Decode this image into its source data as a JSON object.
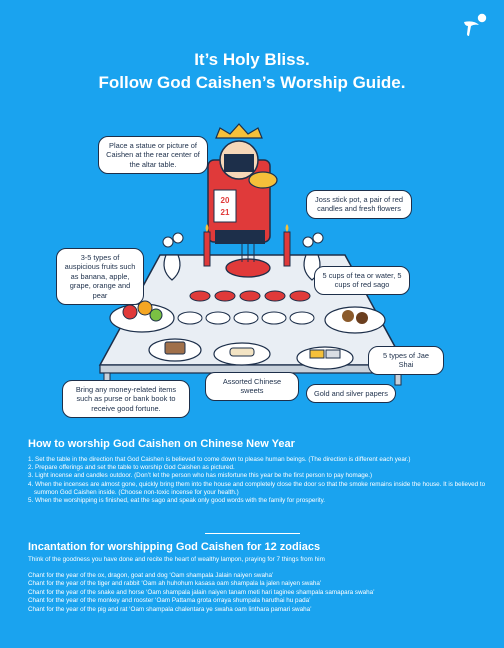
{
  "brand": {
    "logo": "telenor-logo-icon",
    "accent": "#1aa3ef",
    "ink": "#1d2f4a"
  },
  "title": {
    "line1": "It’s Holy Bliss.",
    "line2": "Follow God Caishen’s Worship Guide."
  },
  "callouts": {
    "statue": "Place a statue or picture of Caishen at the rear center of the altar table.",
    "joss": "Joss stick pot, a pair of red candles and fresh flowers",
    "fruits": "3-5 types of auspicious fruits such as banana, apple, grape, orange and pear",
    "tea": "5 cups of tea or water, 5 cups of red sago",
    "jae_shai": "5 types of Jae Shai",
    "sweets": "Assorted Chinese sweets",
    "papers": "Gold and silver papers",
    "money": "Bring any money-related items such as purse or bank book to receive good fortune."
  },
  "statue_text": "20 21",
  "how_to": {
    "heading": "How to worship God Caishen on Chinese New Year",
    "steps": [
      "1. Set the table in the direction that God Caishen is believed to come down to please human beings. (The direction is different each year.)",
      "2. Prepare offerings and set the table to worship God Caishen as pictured.",
      "3. Light incense and candles outdoor. (Don’t let the person who has misfortune this year be the first person to pay homage.)",
      "4. When the incenses are almost gone, quickly bring them into the house and completely close the door so that the smoke remains inside the house. It is believed to summon God Caishen inside. (Choose non-toxic incense for your health.)",
      "5. When the worshipping is finished, eat the sago and speak only good words with the family for prosperity."
    ]
  },
  "incantation": {
    "heading": "Incantation for worshipping God Caishen for 12 zodiacs",
    "intro": "Think of the goodness you have done and recite the heart of wealthy lampon, praying for 7 things from him",
    "chants": [
      "Chant for the year of the ox, dragon, goat and dog ‘Oam shampala Jalain naiyen swaha’",
      "Chant for the year of the tiger and rabbit ‘Oam ah huhohum kasasa oam shampala la jalen naiyen swaha’",
      "Chant for the year of the snake and horse ‘Oam shampala jalain naiyen tanam meti hari taginee shampala samapara swaha’",
      "Chant for the year of the monkey and rooster ‘Oam Pattama grota orraya shumpala haruthai hu pada’",
      "Chant for the year of the pig and rat ‘Oam shampala chalentara ye swaha oam linthara pamari swaha’"
    ]
  }
}
